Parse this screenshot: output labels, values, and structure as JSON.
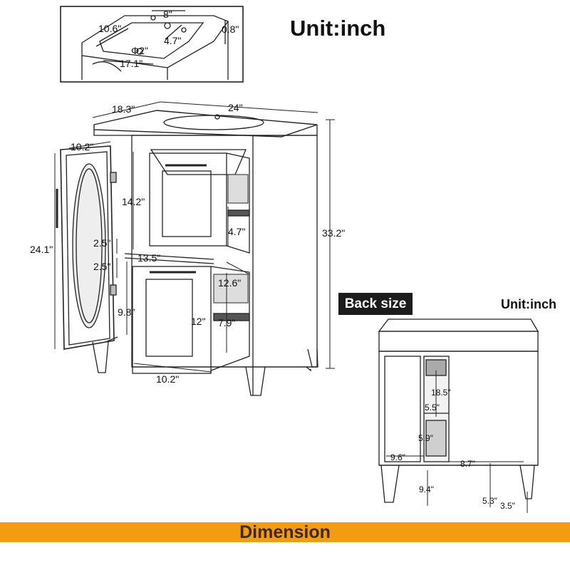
{
  "unit_title": "Unit:inch",
  "back_unit_title": "Unit:inch",
  "back_size_label": "Back size",
  "banner_label": "Dimension",
  "colors": {
    "banner": "#f39c12",
    "banner_text": "#3a2a10",
    "tag_bg": "#1c1c1c"
  },
  "inset": {
    "faucet_spacing": "8\"",
    "basin_width": "10.6\"",
    "basin_depth": "4.7\"",
    "rim_thickness": "0.8\"",
    "drain_diameter": "Φ2\"",
    "drain_offset": "17.1\""
  },
  "front": {
    "depth": "18.3\"",
    "width": "24\"",
    "height": "33.2\"",
    "door_width": "10.2\"",
    "door_height": "24.1\"",
    "upper_opening": "14.2\"",
    "upper_drawer": "4.7\"",
    "shelf_gap_top": "2.5\"",
    "shelf_gap_bottom": "2.5\"",
    "shelf_depth": "13.5\"",
    "drawer_depth": "12.6\"",
    "lower_opening": "9.8\"",
    "lower_drawer_height": "12\"",
    "lower_drawer_inner": "7.9\"",
    "drawer_width": "10.2\""
  },
  "back": {
    "opening_height": "18.5\"",
    "gap_a": "5.5\"",
    "gap_b": "5.9\"",
    "left_width": "9.6\"",
    "right_width": "8.7\"",
    "bottom_gap": "9.4\"",
    "leg_height": "5.3\"",
    "leg_short": "3.5\""
  }
}
